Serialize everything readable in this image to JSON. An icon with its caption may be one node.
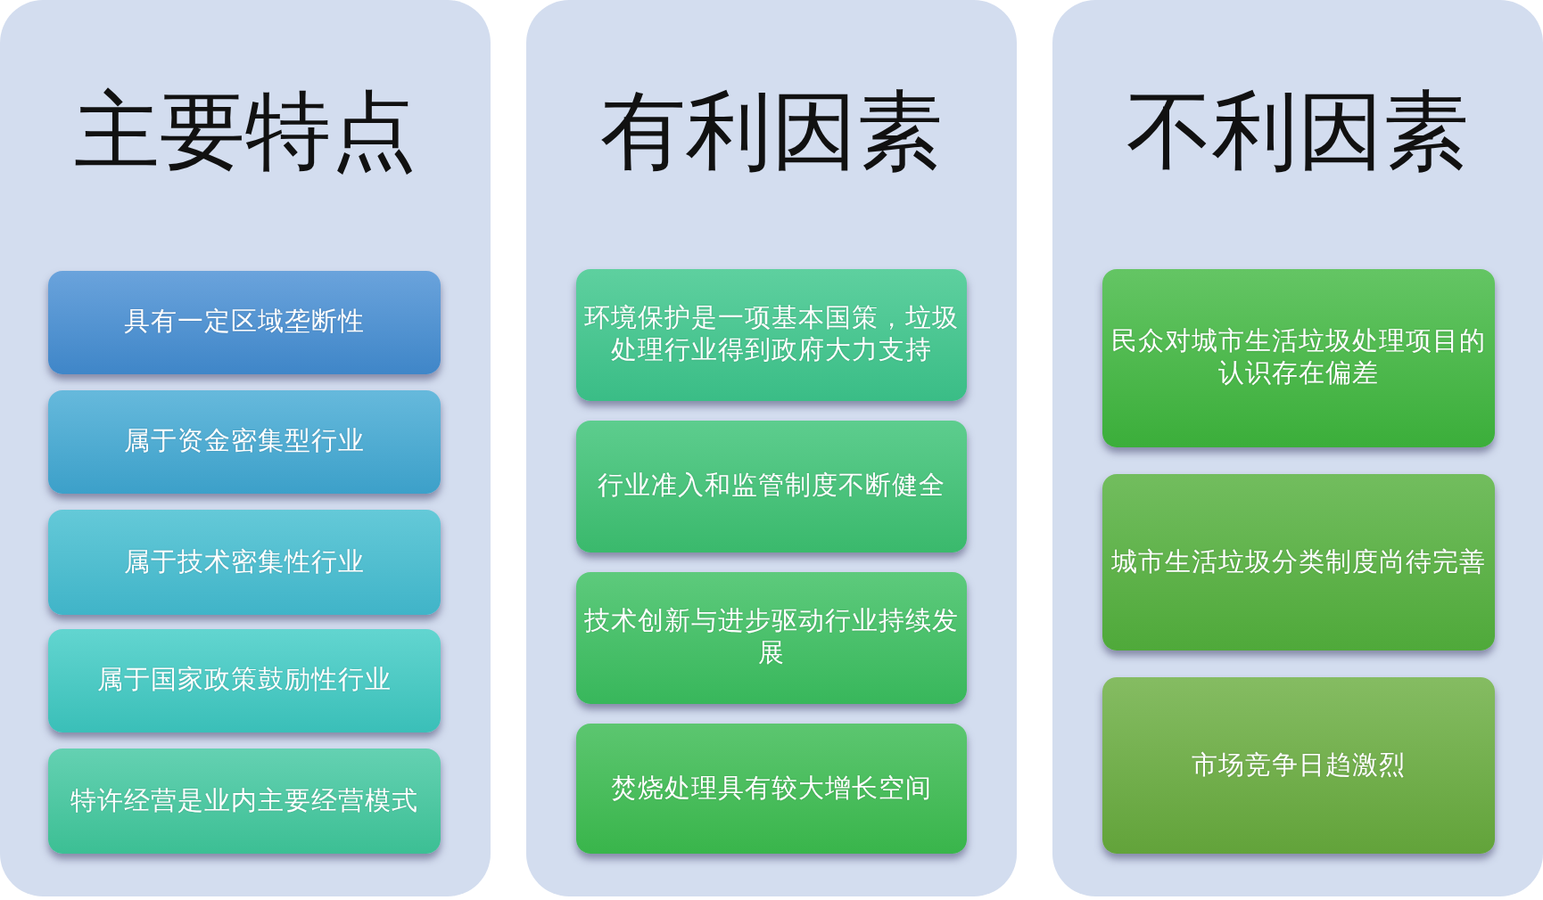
{
  "diagram": {
    "nodes": [
      {
        "text": [
          "主要特点"
        ]
      },
      {
        "text": [
          "具有一定区域垄断性"
        ],
        "in": 0
      },
      {
        "text": [
          "属于资金密集型行业"
        ],
        "in": 0
      },
      {
        "text": [
          "属于技术密集性行业"
        ],
        "in": 0
      },
      {
        "text": [
          "属于国家政策鼓励性行业"
        ],
        "in": 0
      },
      {
        "text": [
          "特许经营是业内主要经营模式"
        ],
        "in": 0
      },
      {
        "text": [
          "有利因素"
        ]
      },
      {
        "text": [
          "环境保护是一项基本国策，垃圾处理行业得到政府大力支持"
        ],
        "in": 6
      },
      {
        "text": [
          "行业准入和监管制度不断健全"
        ],
        "in": 6
      },
      {
        "text": [
          "技术创新与进步驱动行业持续发展"
        ],
        "in": 6
      },
      {
        "text": [
          "焚烧处理具有较大增长空间"
        ],
        "in": 6
      },
      {
        "text": [
          "不利因素"
        ]
      },
      {
        "text": [
          "民众对城市生活垃圾处理项目的认识存在偏差"
        ],
        "in": 11
      },
      {
        "text": [
          "城市生活垃圾分类制度尚待完善"
        ],
        "in": 11
      },
      {
        "text": [
          "市场竞争日趋激烈"
        ],
        "in": 11
      }
    ]
  }
}
